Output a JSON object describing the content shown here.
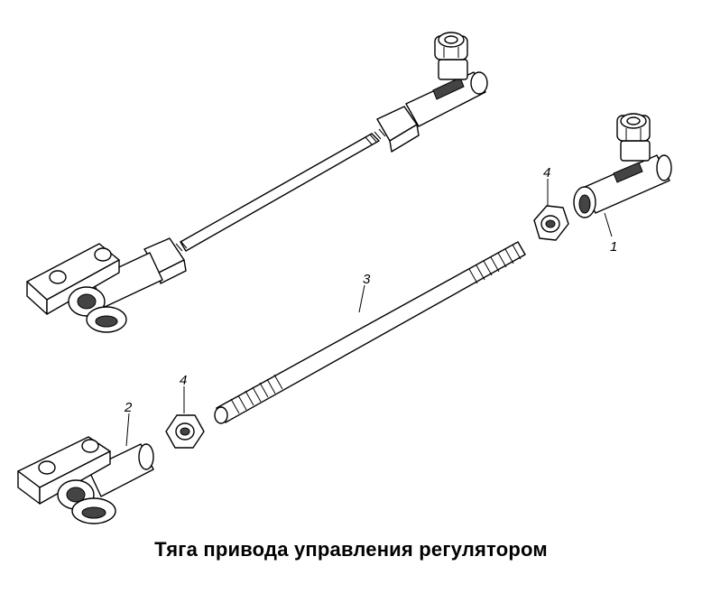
{
  "caption": "Тяга привода управления регулятором",
  "callouts": {
    "c1": "1",
    "c2": "2",
    "c3": "3",
    "c4a": "4",
    "c4b": "4"
  }
}
